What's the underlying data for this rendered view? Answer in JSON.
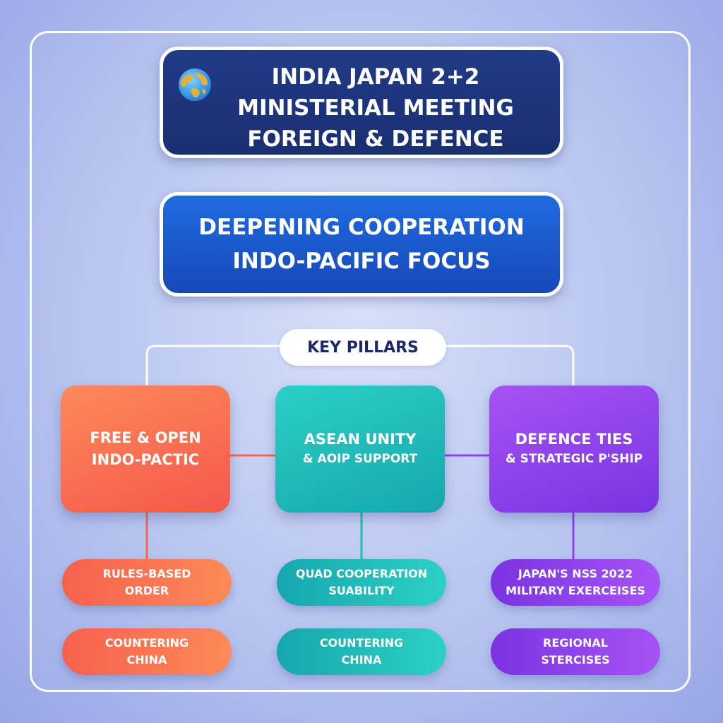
{
  "title": {
    "line1": "INDIA JAPAN 2+2",
    "line2": "MINISTERIAL MEETING",
    "line3": "FOREIGN & DEFENCE"
  },
  "subtitle": {
    "line1": "DEEPENING COOPERATION",
    "line2": "INDO-PACIFIC FOCUS"
  },
  "key_pillars_label": "KEY PILLARS",
  "pillars": [
    {
      "line1": "FREE & OPEN",
      "line2": "INDO-PACTIC",
      "color": "#f7674f",
      "items": [
        {
          "line1": "RULES-BASED",
          "line2": "ORDER"
        },
        {
          "line1": "COUNTERING",
          "line2": "CHINA"
        }
      ]
    },
    {
      "line1": "ASEAN UNITY",
      "line2": "& AOIP SUPPORT",
      "color": "#1fbab8",
      "items": [
        {
          "line1": "QUAD COOPERATION",
          "line2": "SUABILITY"
        },
        {
          "line1": "COUNTERING",
          "line2": "CHINA"
        }
      ]
    },
    {
      "line1": "DEFENCE TIES",
      "line2": "& STRATEGIC P'SHIP",
      "color": "#8e44ea",
      "items": [
        {
          "line1": "JAPAN'S NSS 2022",
          "line2": "MILITARY EXERCEISES"
        },
        {
          "line1": "REGIONAL",
          "line2": "STERCISES"
        }
      ]
    }
  ],
  "colors": {
    "title_bg": "#1d3379",
    "subtitle_bg": "#1b5ad0",
    "orange": "#f7674f",
    "teal": "#1fbab8",
    "purple": "#8e44ea"
  },
  "icons": {
    "title_icon": "globe-icon"
  }
}
